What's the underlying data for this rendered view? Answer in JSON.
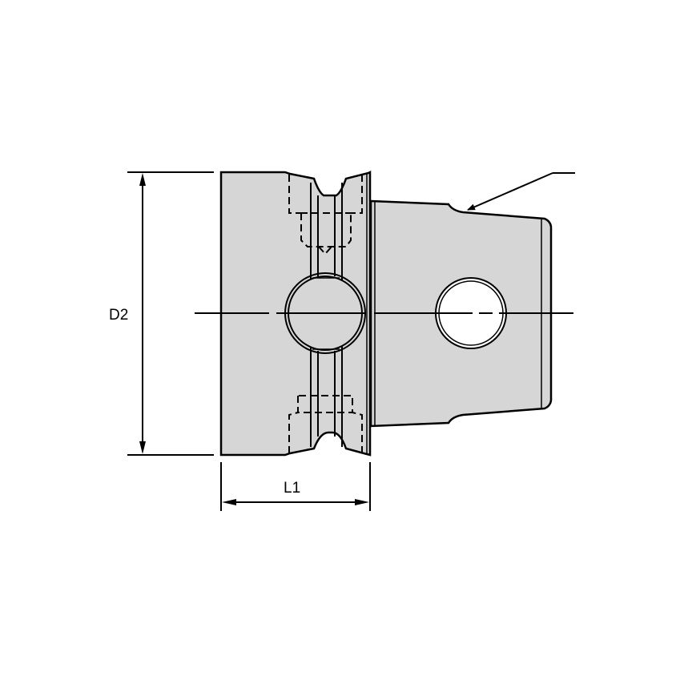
{
  "drawing": {
    "title": "Tool holder adapter side view",
    "fill_color": "#d6d6d6",
    "line_color": "#000000",
    "background": "#ffffff"
  },
  "dimensions": {
    "d2": {
      "label": "D2",
      "orientation": "vertical"
    },
    "l1": {
      "label": "L1",
      "orientation": "horizontal"
    }
  },
  "leader": {
    "label": ""
  }
}
